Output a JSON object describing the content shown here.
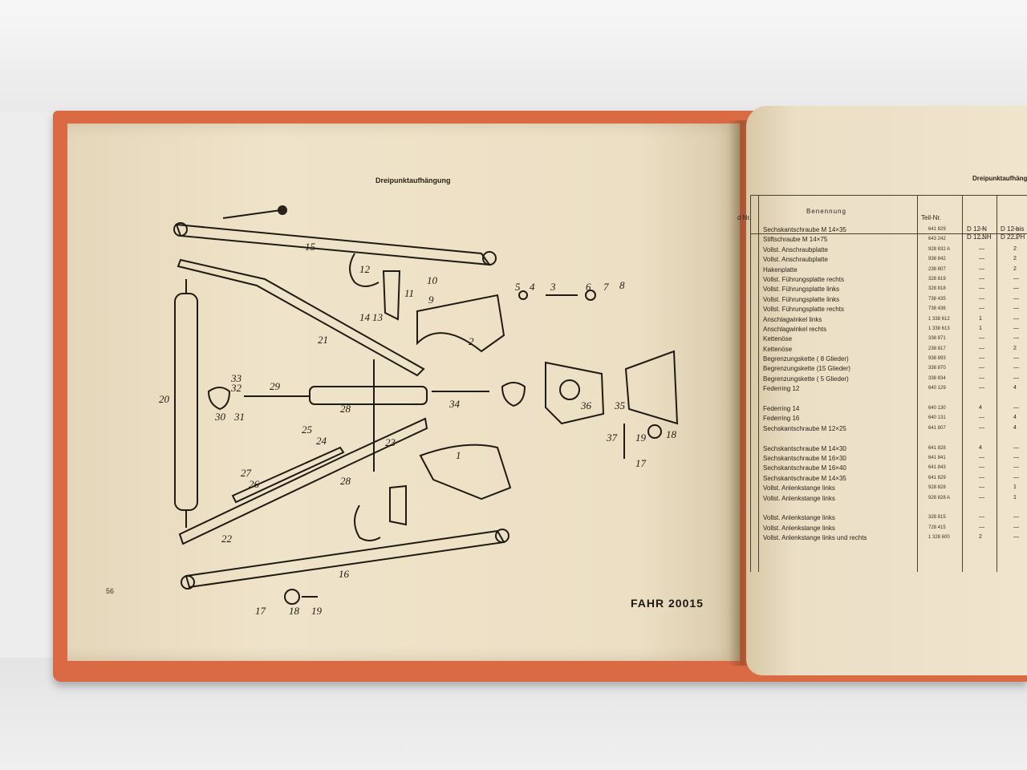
{
  "left_page": {
    "title": "Dreipunktaufhängung",
    "page_number": "56",
    "brand": "FAHR 20015",
    "callouts": [
      "1",
      "2",
      "3",
      "4",
      "5",
      "6",
      "7",
      "8",
      "9",
      "10",
      "11",
      "12",
      "13",
      "14",
      "15",
      "16",
      "17",
      "18",
      "19",
      "20",
      "21",
      "22",
      "23",
      "24",
      "25",
      "26",
      "27",
      "28",
      "29",
      "30",
      "31",
      "32",
      "33",
      "34",
      "35",
      "36",
      "37"
    ]
  },
  "right_page": {
    "title": "Dreipunktaufhängung",
    "headers": {
      "nr": "d Nr.",
      "name": "Benennung",
      "part_no": "Teil-Nr.",
      "col1_a": "D 12 N",
      "col1_b": "D 12 NH",
      "col2_a": "D 12 bis",
      "col2_b": "D 22 PH"
    },
    "rows": [
      {
        "name": "Sechskantschraube M 14×35",
        "part_no": "641 829",
        "col1": "—",
        "col2": "—"
      },
      {
        "name": "Stiftschraube M 14×75",
        "part_no": "643 242",
        "col1": "—",
        "col2": "—"
      },
      {
        "name": "Vollst. Anschraubplatte",
        "part_no": "928 832 A",
        "col1": "—",
        "col2": "2"
      },
      {
        "name": "Vollst. Anschraubplatte",
        "part_no": "938 842",
        "col1": "—",
        "col2": "2"
      },
      {
        "name": "Hakenplatte",
        "part_no": "238 807",
        "col1": "—",
        "col2": "2"
      },
      {
        "name": "Vollst. Führungsplatte rechts",
        "part_no": "328 819",
        "col1": "—",
        "col2": "—"
      },
      {
        "name": "Vollst. Führungsplatte links",
        "part_no": "328 818",
        "col1": "—",
        "col2": "—"
      },
      {
        "name": "Vollst. Führungsplatte links",
        "part_no": "738 435",
        "col1": "—",
        "col2": "—"
      },
      {
        "name": "Vollst. Führungsplatte rechts",
        "part_no": "738 436",
        "col1": "—",
        "col2": "—"
      },
      {
        "name": "Anschlagwinkel links",
        "part_no": "1 338 612",
        "col1": "1",
        "col2": "—"
      },
      {
        "name": "Anschlagwinkel rechts",
        "part_no": "1 338 613",
        "col1": "1",
        "col2": "—"
      },
      {
        "name": "Kettenöse",
        "part_no": "338 871",
        "col1": "—",
        "col2": "—"
      },
      {
        "name": "Kettenöse",
        "part_no": "238 817",
        "col1": "—",
        "col2": "2"
      },
      {
        "name": "Begrenzungskette ( 8 Glieder)",
        "part_no": "938 893",
        "col1": "—",
        "col2": "—"
      },
      {
        "name": "Begrenzungskette (15 Glieder)",
        "part_no": "338 870",
        "col1": "—",
        "col2": "—"
      },
      {
        "name": "Begrenzungskette ( 5 Glieder)",
        "part_no": "338 834",
        "col1": "—",
        "col2": "—"
      },
      {
        "name": "Federring 12",
        "part_no": "640 129",
        "col1": "—",
        "col2": "4"
      },
      {
        "name": "",
        "part_no": "",
        "col1": "",
        "col2": ""
      },
      {
        "name": "Federring 14",
        "part_no": "640 130",
        "col1": "4",
        "col2": "—"
      },
      {
        "name": "Federring 16",
        "part_no": "640 131",
        "col1": "—",
        "col2": "4"
      },
      {
        "name": "Sechskantschraube M 12×25",
        "part_no": "641 807",
        "col1": "—",
        "col2": "4"
      },
      {
        "name": "",
        "part_no": "",
        "col1": "",
        "col2": ""
      },
      {
        "name": "Sechskantschraube M 14×30",
        "part_no": "641 828",
        "col1": "4",
        "col2": "—"
      },
      {
        "name": "Sechskantschraube M 16×30",
        "part_no": "641 841",
        "col1": "—",
        "col2": "—"
      },
      {
        "name": "Sechskantschraube M 16×40",
        "part_no": "641 843",
        "col1": "—",
        "col2": "—"
      },
      {
        "name": "Sechskantschraube M 14×35",
        "part_no": "641 829",
        "col1": "—",
        "col2": "—"
      },
      {
        "name": "Vollst. Anlenkstange links",
        "part_no": "928 828",
        "col1": "—",
        "col2": "1"
      },
      {
        "name": "Vollst. Anlenkstange links",
        "part_no": "928 828 A",
        "col1": "—",
        "col2": "1"
      },
      {
        "name": "",
        "part_no": "",
        "col1": "",
        "col2": ""
      },
      {
        "name": "Vollst. Anlenkstange links",
        "part_no": "328 815",
        "col1": "—",
        "col2": "—"
      },
      {
        "name": "Vollst. Anlenkstange links",
        "part_no": "728 415",
        "col1": "—",
        "col2": "—"
      },
      {
        "name": "Vollst. Anlenkstange links und rechts",
        "part_no": "1 328 600",
        "col1": "2",
        "col2": "—"
      }
    ]
  }
}
